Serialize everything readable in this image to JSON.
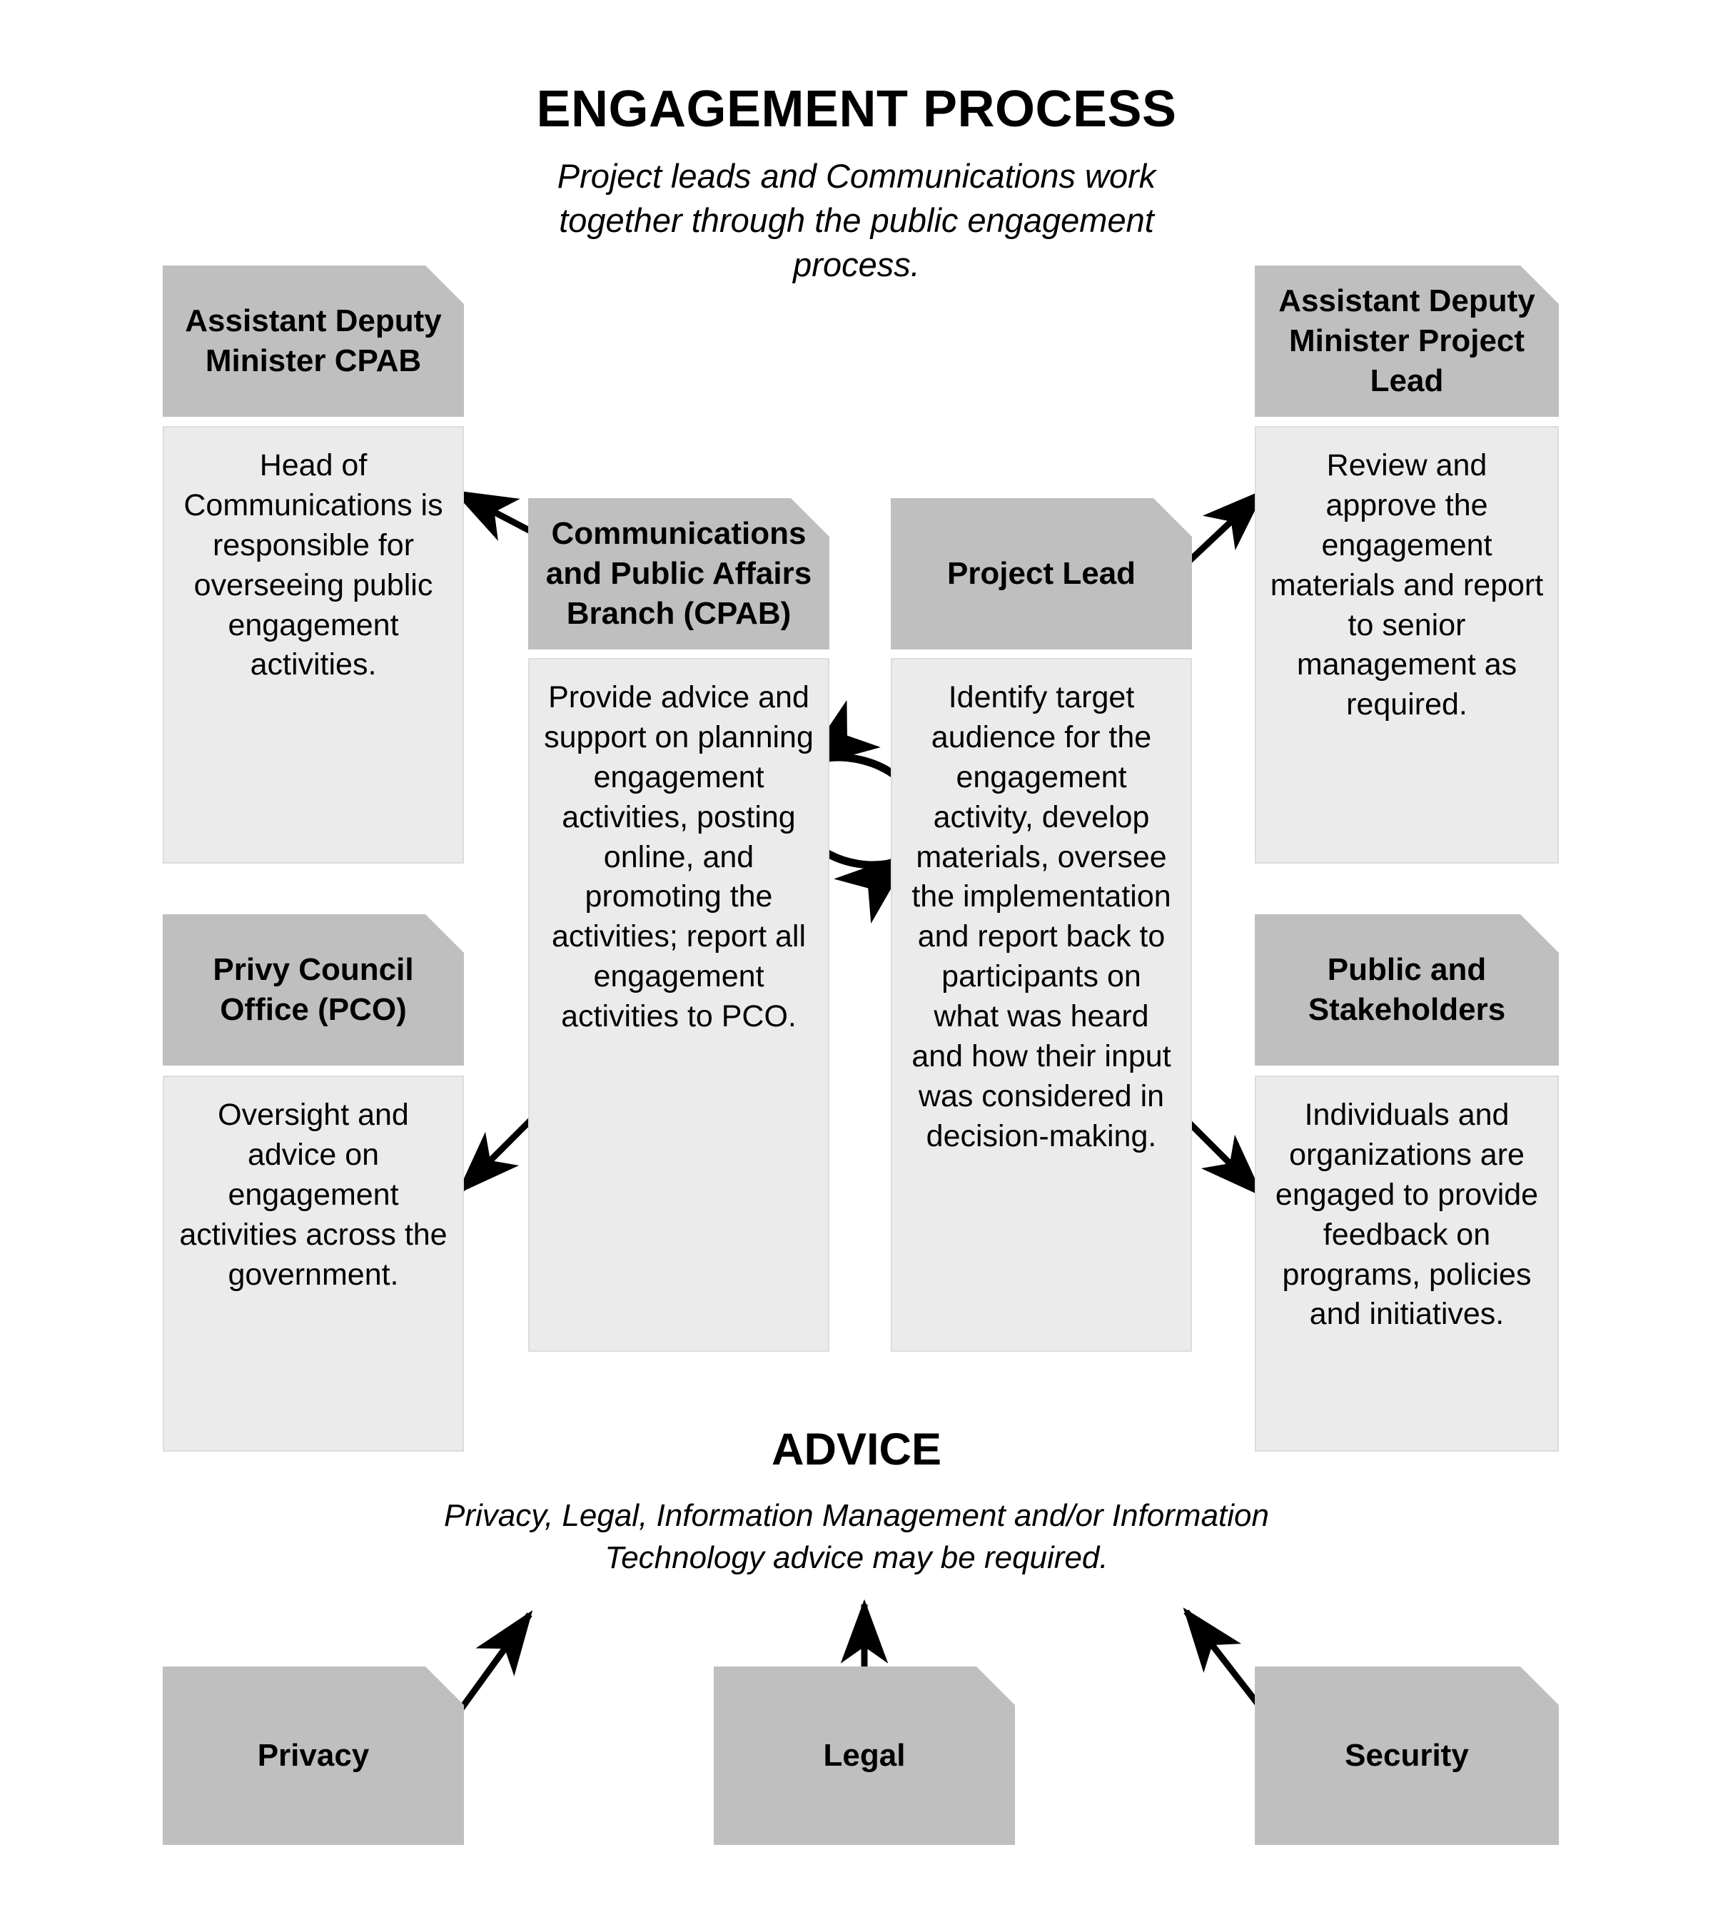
{
  "header": {
    "title": "ENGAGEMENT PROCESS",
    "subtitle": "Project leads and Communications work together through the public engagement process."
  },
  "advice": {
    "title": "ADVICE",
    "subtitle": "Privacy, Legal, Information Management and/or Information Technology advice may be required."
  },
  "boxes": {
    "adm_cpab": {
      "header": "Assistant Deputy Minister CPAB",
      "body": "Head of Communications is responsible for overseeing public engagement activities."
    },
    "pco": {
      "header": "Privy Council Office (PCO)",
      "body": "Oversight and advice on engagement activities across the government."
    },
    "cpab": {
      "header": "Communications and Public Affairs Branch (CPAB)",
      "body": "Provide advice and support on planning engagement activities, posting online, and promoting the activities; report all engagement activities to PCO."
    },
    "project_lead": {
      "header": "Project Lead",
      "body": "Identify target audience for the engagement activity, develop materials, oversee the implementation and report back to participants on what was heard and how their input was considered in decision-making."
    },
    "adm_project_lead": {
      "header": "Assistant Deputy Minister Project Lead",
      "body": "Review and approve the engagement materials and report to senior management as required."
    },
    "public_stakeholders": {
      "header": "Public and Stakeholders",
      "body": "Individuals and organizations are engaged to provide feedback on programs, policies and initiatives."
    },
    "privacy": {
      "label": "Privacy"
    },
    "legal": {
      "label": "Legal"
    },
    "security": {
      "label": "Security"
    }
  },
  "colors": {
    "header_fill": "#bfbfbf",
    "body_fill": "#ebebeb",
    "body_border": "#dcdcdc",
    "arrow": "#000000",
    "text": "#000000",
    "page_background": "#ffffff"
  },
  "connectors": [
    {
      "name": "cpab-to-adm-cpab",
      "from": "cpab",
      "to": "adm_cpab",
      "style": "straight-arrow",
      "direction": "up-left"
    },
    {
      "name": "cpab-to-pco",
      "from": "cpab",
      "to": "pco",
      "style": "straight-arrow",
      "direction": "down-left"
    },
    {
      "name": "project-lead-to-adm-project-lead",
      "from": "project_lead",
      "to": "adm_project_lead",
      "style": "straight-arrow",
      "direction": "up-right"
    },
    {
      "name": "project-lead-to-public-stakeholders",
      "from": "project_lead",
      "to": "public_stakeholders",
      "style": "straight-arrow",
      "direction": "down-right"
    },
    {
      "name": "cycle-top-arrow",
      "from": "project_lead",
      "to": "cpab",
      "style": "curved-arrow",
      "direction": "left"
    },
    {
      "name": "cycle-bottom-arrow",
      "from": "cpab",
      "to": "project_lead",
      "style": "curved-arrow",
      "direction": "right"
    },
    {
      "name": "privacy-to-advice",
      "from": "privacy",
      "to": "advice",
      "style": "straight-arrow",
      "direction": "up-right"
    },
    {
      "name": "legal-to-advice",
      "from": "legal",
      "to": "advice",
      "style": "straight-arrow",
      "direction": "up"
    },
    {
      "name": "security-to-advice",
      "from": "security",
      "to": "advice",
      "style": "straight-arrow",
      "direction": "up-left"
    }
  ]
}
